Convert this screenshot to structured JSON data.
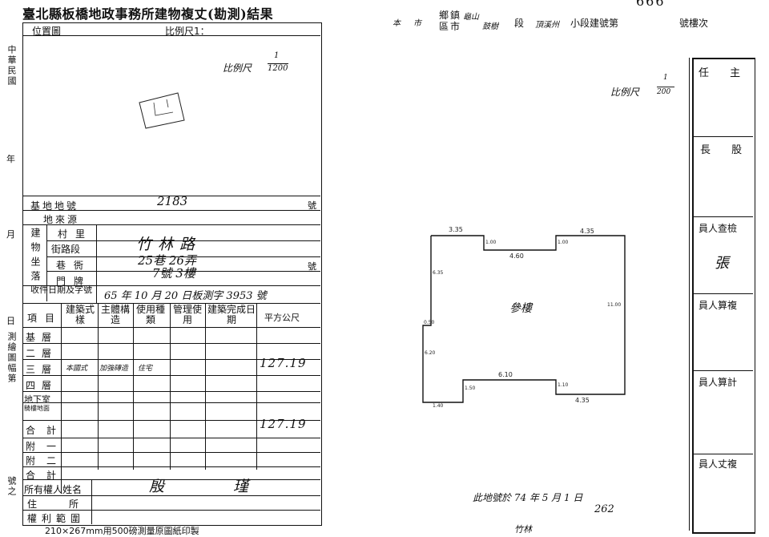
{
  "header": {
    "title": "臺北縣板橋地政事務所建物複丈(勘測)結果",
    "page_number": "666",
    "location_row": {
      "township_labels": [
        "鄉",
        "區",
        "鎮",
        "市"
      ],
      "township_value": "龜山",
      "district_hand": "鼓樹",
      "section_label": "段",
      "subsection_label": "小段建號第",
      "subsection_value": "頂溪州",
      "number_label": "號樓次",
      "left_marks": [
        "本",
        "市"
      ]
    }
  },
  "left_margin": {
    "labels": [
      "中華民國",
      "年",
      "月",
      "日",
      "測繪圖幅第",
      "號之"
    ]
  },
  "location_map": {
    "header_label": "位置圖",
    "scale_label": "比例尺1：",
    "scale_hand": "比例尺",
    "scale_fraction_num": "1",
    "scale_fraction_den": "1200"
  },
  "form": {
    "base_label": "基地地號",
    "base_value": "2183",
    "base_suffix": "號",
    "source_label": "地來源",
    "address_group_label": "建物坐落",
    "village_label": "村里",
    "street_label": "街路段",
    "street_value": "竹林路",
    "lane_label": "巷衖",
    "lane_value": "25巷 26弄",
    "house_label": "門牌",
    "house_value": "7號 3樓",
    "house_suffix": "號",
    "receipt_label": "收件日期及字號",
    "receipt_value": "65 年 10 月 20 日板測字 3953 號",
    "col_item": "項目",
    "col_style": "建築式樣",
    "col_structure": "主體構造",
    "col_usage": "使用種類",
    "col_mgmt": "管理使用",
    "col_completion": "建築完成日期",
    "col_area": "平方公尺",
    "rows": [
      {
        "label": "基層",
        "style": "",
        "structure": "",
        "usage": "",
        "area": ""
      },
      {
        "label": "二層",
        "style": "",
        "structure": "",
        "usage": "",
        "area": ""
      },
      {
        "label": "三層",
        "style": "本國式",
        "structure": "加強磚造",
        "usage": "住宅",
        "area": "127.19"
      },
      {
        "label": "四層",
        "style": "",
        "structure": "",
        "usage": "",
        "area": ""
      },
      {
        "label": "地下室",
        "style": "",
        "structure": "",
        "usage": "",
        "area": ""
      },
      {
        "label": "騎樓地面",
        "style": "",
        "structure": "",
        "usage": "",
        "area": ""
      }
    ],
    "total_label": "合計",
    "total_area": "127.19",
    "annex_rows": [
      "附一",
      "附二",
      "合計"
    ],
    "owner_label": "所有權人姓名",
    "owner_value": "殷 瑾",
    "residence_label": "住所",
    "rights_label": "權利範圍",
    "footer_print": "210×267mm用500磅測量原圖紙印製"
  },
  "floor_plan": {
    "scale_label": "比例尺",
    "scale_fraction_num": "1",
    "scale_fraction_den": "200",
    "room_label": "參樓",
    "dimensions": [
      "3.35",
      "1.00",
      "4.60",
      "1.00",
      "4.35",
      "11.00",
      "6.35",
      "0.50",
      "6.20",
      "6.10",
      "1.50",
      "1.10",
      "4.35",
      "1.40"
    ],
    "note_line": "此地號於 74 年 5 月 1 日",
    "note_number": "262",
    "note_place": "竹林"
  },
  "right_panel": {
    "headers": [
      "任",
      "主",
      "長",
      "股",
      "員人查檢",
      "員人算複",
      "員人算計",
      "員人丈複"
    ],
    "stamp_name": "張"
  }
}
